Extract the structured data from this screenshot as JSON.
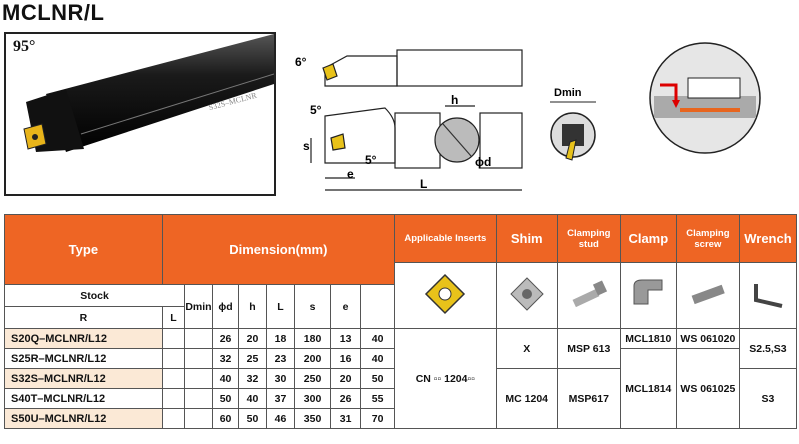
{
  "title": "MCLNR/L",
  "photo": {
    "angle": "95°",
    "shank_mark": "S32S–MCLNR"
  },
  "drawing": {
    "angle_top": "6°",
    "angle_left": "5°",
    "angle_bottom": "5°",
    "dim_h": "h",
    "dim_s": "s",
    "dim_d": "ϕd",
    "dim_e": "e",
    "dim_L": "L",
    "dim_dmin": "Dmin"
  },
  "table": {
    "headers": {
      "type": "Type",
      "dimension": "Dimension(mm)",
      "inserts": "Applicable Inserts",
      "shim": "Shim",
      "stud": "Clamping stud",
      "clamp": "Clamp",
      "screw": "Clamping screw",
      "wrench": "Wrench"
    },
    "sub_headers": {
      "stock": "Stock",
      "R": "R",
      "L": "L",
      "dmin": "Dmin",
      "d": "ϕd",
      "h": "h",
      "len": "L",
      "s": "s",
      "e": "e"
    },
    "rows": [
      {
        "type": "S20Q–MCLNR/L12",
        "dmin": "26",
        "d": "20",
        "h": "18",
        "len": "180",
        "s": "13",
        "e": "40"
      },
      {
        "type": "S25R–MCLNR/L12",
        "dmin": "32",
        "d": "25",
        "h": "23",
        "len": "200",
        "s": "16",
        "e": "40"
      },
      {
        "type": "S32S–MCLNR/L12",
        "dmin": "40",
        "d": "32",
        "h": "30",
        "len": "250",
        "s": "20",
        "e": "50"
      },
      {
        "type": "S40T–MCLNR/L12",
        "dmin": "50",
        "d": "40",
        "h": "37",
        "len": "300",
        "s": "26",
        "e": "55"
      },
      {
        "type": "S50U–MCLNR/L12",
        "dmin": "60",
        "d": "50",
        "h": "46",
        "len": "350",
        "s": "31",
        "e": "70"
      }
    ],
    "insert": "CN ▫▫ 1204▫▫",
    "shim_a": "X",
    "shim_b": "MC 1204",
    "stud_a": "MSP 613",
    "stud_b": "MSP617",
    "clamp_a": "MCL1810",
    "clamp_b": "MCL1814",
    "screw_a": "WS 061020",
    "screw_b": "WS 061025",
    "wrench_a": "S2.5,S3",
    "wrench_b": "S3"
  },
  "colors": {
    "header": "#ee6524",
    "accent_insert": "#e8c21a",
    "row_alt": "#fbe9d6"
  }
}
